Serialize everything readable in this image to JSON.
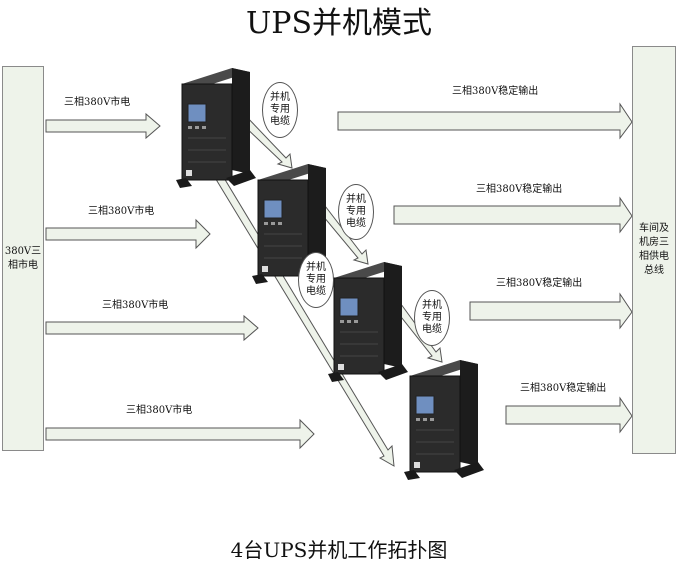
{
  "title": "UPS并机模式",
  "caption": "4台UPS并机工作拓扑图",
  "left_bus": {
    "lines": [
      "380V三",
      "相市电"
    ]
  },
  "right_bus": {
    "lines": [
      "车间及",
      "机房三",
      "相供电",
      "总线"
    ]
  },
  "input_labels": [
    "三相380V市电",
    "三相380V市电",
    "三相380V市电",
    "三相380V市电"
  ],
  "output_labels": [
    "三相380V稳定输出",
    "三相380V稳定输出",
    "三相380V稳定输出",
    "三相380V稳定输出"
  ],
  "cable_label": [
    "并机",
    "专用",
    "电缆"
  ],
  "colors": {
    "arrow_fill": "#eef3ea",
    "arrow_stroke": "#555555",
    "bus_fill": "#eef3ea",
    "ups_body": "#2b2b2b",
    "ups_screen": "#6f8fc0"
  }
}
